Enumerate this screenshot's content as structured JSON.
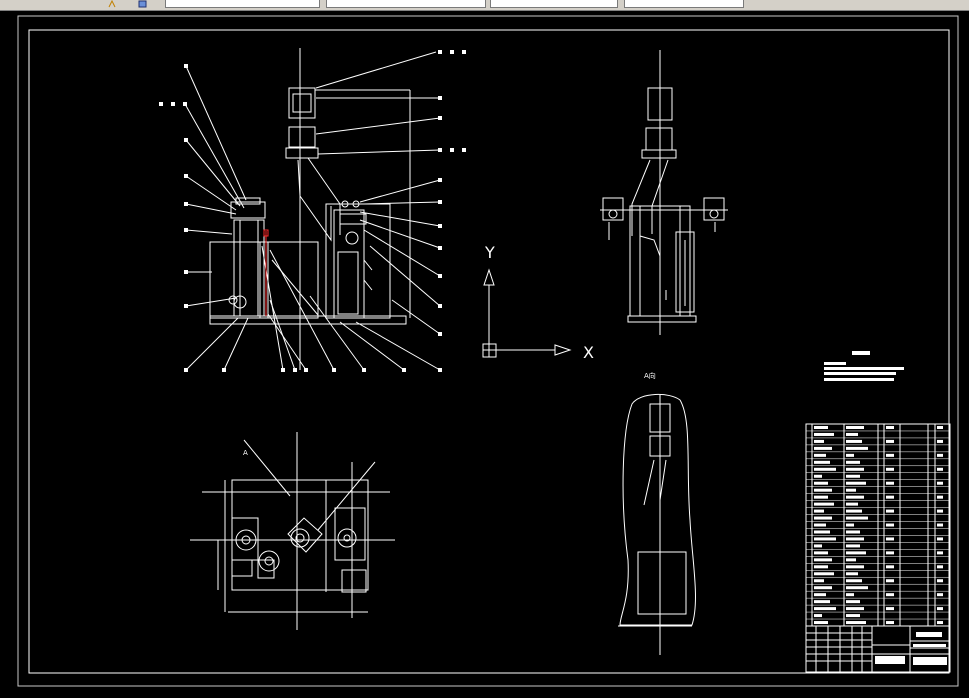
{
  "toolbar": {
    "fields": [
      {
        "name": "layer-combo",
        "text": ""
      },
      {
        "name": "linetype-combo",
        "text": ""
      },
      {
        "name": "lineweight-combo",
        "text": ""
      },
      {
        "name": "color-combo",
        "text": ""
      },
      {
        "name": "plotstyle-combo",
        "text": ""
      }
    ]
  },
  "drawing": {
    "ucs": {
      "x_label": "X",
      "y_label": "Y"
    },
    "section_label": "A",
    "view_label": "A向",
    "colors": {
      "background": "#000000",
      "lines": "#ffffff",
      "highlight": "#ff2a2a",
      "frame": "#ffffff"
    }
  }
}
